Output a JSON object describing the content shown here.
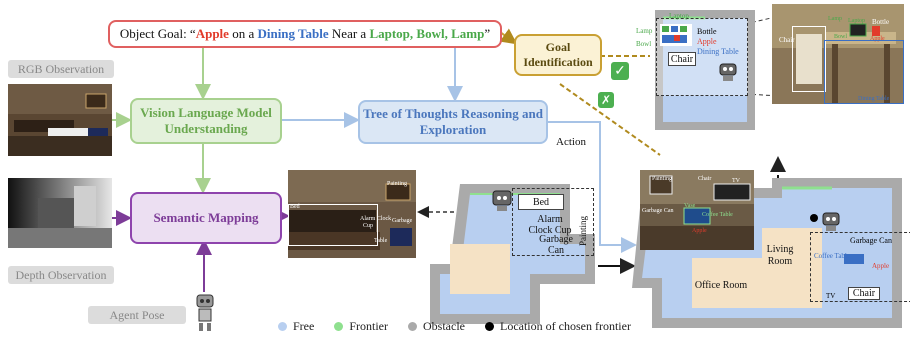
{
  "goal": {
    "prefix": "Object Goal:  “",
    "apple": "Apple",
    "t1": " on a ",
    "table": "Dining Table",
    "t2": " Near a ",
    "others": "Laptop, Bowl, Lamp",
    "suffix": "”"
  },
  "labels": {
    "rgb": "RGB Observation",
    "depth": "Depth Observation",
    "agent_pose": "Agent Pose",
    "vlm": "Vision Language Model Understanding",
    "tot": "Tree of Thoughts Reasoning and Exploration",
    "semantic": "Semantic Mapping",
    "goal_id": "Goal Identification",
    "action": "Action"
  },
  "semantic_photo_tags": {
    "painting": "Painting",
    "bed": "Bed",
    "alarm_clock": "Alarm Clock",
    "cup": "Cup",
    "garbage": "Garbage",
    "table": "Table"
  },
  "map1_tags": {
    "bed": "Bed",
    "alarm_clock_cup": "Alarm Clock Cup",
    "garbage_can": "Garbage Can",
    "painting": "Painting"
  },
  "goal_map_tags": {
    "laptop": "Laptop",
    "lamp": "Lamp",
    "bowl": "Bowl",
    "bottle": "Bottle",
    "apple": "Apple",
    "dining_table": "Dining Table",
    "chair": "Chair"
  },
  "goal_photo_tags": {
    "chair": "Chair",
    "bottle": "Bottle",
    "lamp": "Lamp",
    "laptop": "Laptop",
    "bowl": "Bowl",
    "apple": "Apple",
    "dining_table": "Dining Table"
  },
  "living_photo_tags": {
    "painting": "Painting",
    "chair": "Chair",
    "tv": "TV",
    "garbage_can": "Garbage Can",
    "coffee_table": "Coffee Table",
    "vase": "Vase",
    "apple": "Apple"
  },
  "map2_tags": {
    "living_room": "Living Room",
    "office_room": "Office Room",
    "garbage_can": "Garbage Can",
    "coffee_table": "Coffee Table",
    "apple": "Apple",
    "chair": "Chair",
    "tv": "TV"
  },
  "legend": {
    "free": "Free",
    "frontier": "Frontier",
    "obstacle": "Obstacle",
    "chosen": "Location of chosen frontier"
  },
  "colors": {
    "free": "#b8cff0",
    "frontier": "#8fe08f",
    "obstacle": "#aaaaaa",
    "chosen": "#000000",
    "room_fill": "#f5e2c5",
    "accent_red": "#e23b2b",
    "accent_blue": "#3a6fc4",
    "accent_green": "#4aa84a",
    "purple": "#7d3c98",
    "gold": "#c9a033"
  },
  "icons": {
    "check": "check-icon",
    "cross": "cross-icon",
    "robot": "robot-icon"
  }
}
